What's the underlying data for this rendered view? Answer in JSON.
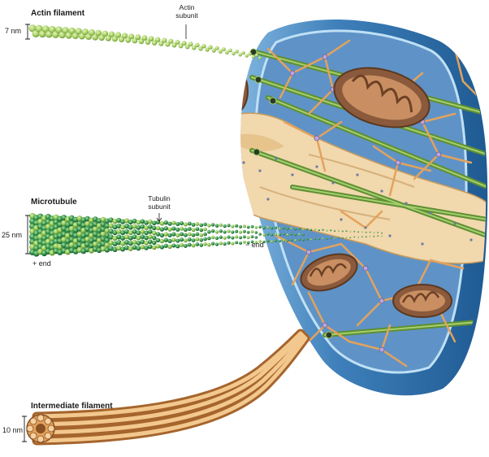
{
  "labels": {
    "actin_title": "Actin filament",
    "actin_subunit_line1": "Actin",
    "actin_subunit_line2": "subunit",
    "actin_size": "7 nm",
    "microtubule_title": "Microtubule",
    "tubulin_subunit_line1": "Tubulin",
    "tubulin_subunit_line2": "subunit",
    "microtubule_size": "25 nm",
    "plus_end": "+ end",
    "minus_end": "− end",
    "intermediate_title": "Intermediate filament",
    "intermediate_size": "10 nm"
  },
  "colors": {
    "cell_membrane": "#2f6fa8",
    "cell_membrane_light": "#8fbde0",
    "cytoplasm": "#5f93c7",
    "actin": "#a9d06a",
    "microtubule": "#2e8b46",
    "intermediate": "#e3a25c",
    "mitochondrion": "#8b5a3c",
    "er": "#f1d8ad"
  }
}
